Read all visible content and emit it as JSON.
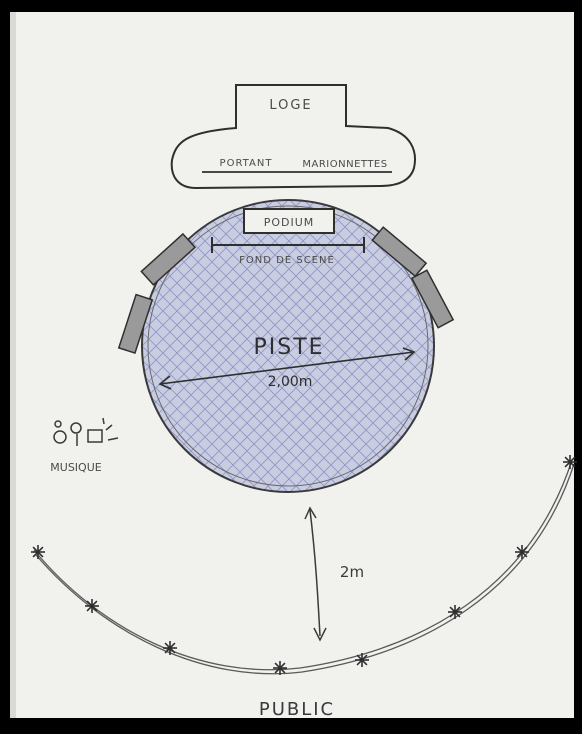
{
  "labels": {
    "loge": "LOGE",
    "portant": "PORTANT",
    "marionnettes": "MARIONNETTES",
    "podium": "PODIUM",
    "fond_de_scene": "FOND DE SCENE",
    "piste": "PISTE",
    "piste_diameter": "2,00m",
    "musique": "MUSIQUE",
    "distance": "2m",
    "public": "PUBLIC"
  },
  "colors": {
    "paper": "#f1f2ee",
    "ink": "#2f2f2f",
    "pencil": "#555555",
    "piste_fill": "#c9cde2",
    "piste_hatch": "#7d84b8"
  }
}
